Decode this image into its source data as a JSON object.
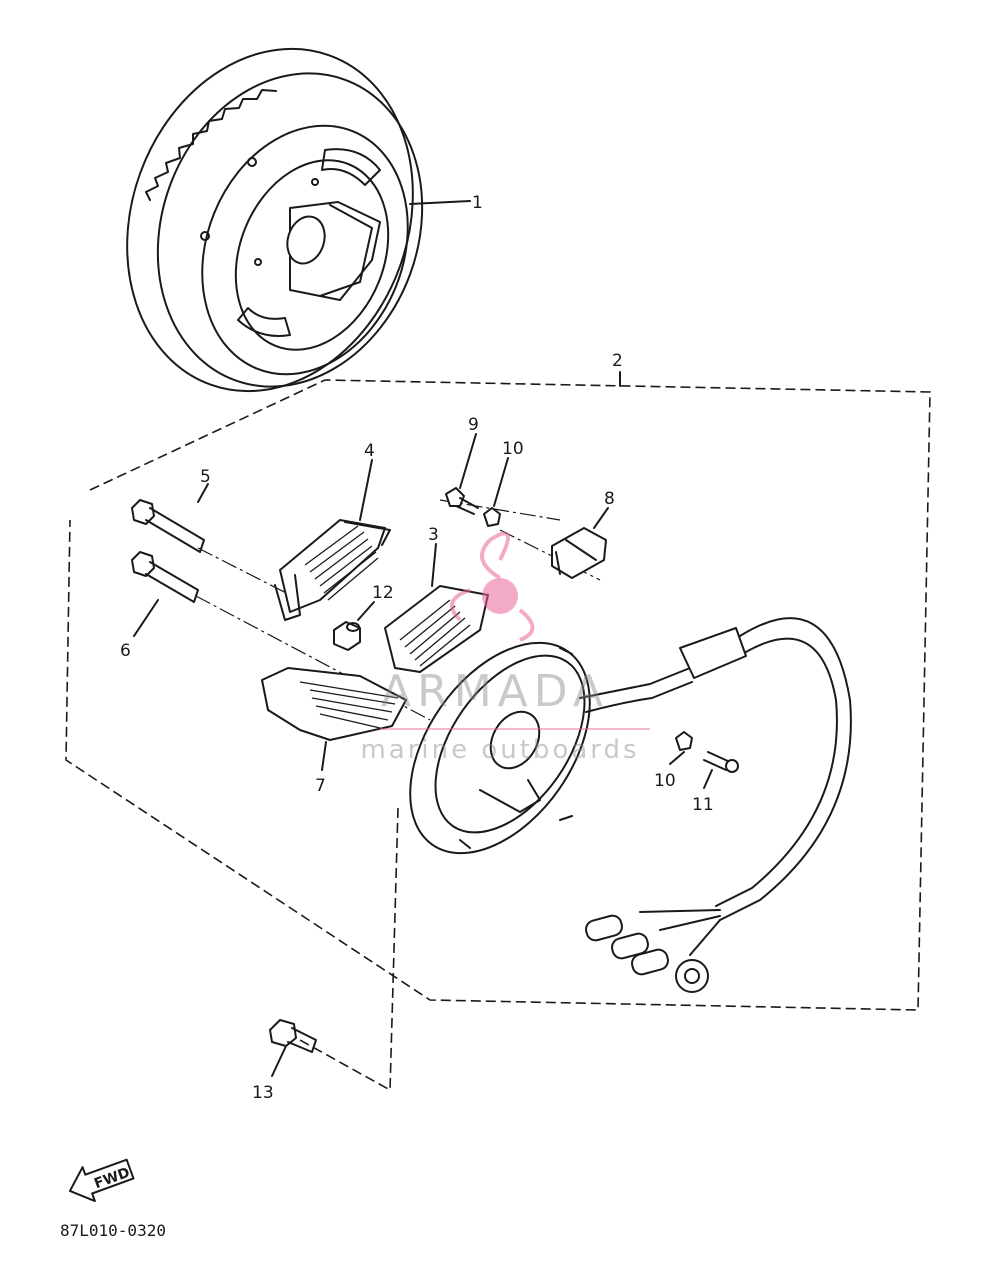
{
  "diagram": {
    "drawing_code": "87L010-0320",
    "fwd_label": "FWD",
    "watermark": {
      "brand": "ARMADA",
      "tagline": "marine outboards",
      "accent_color": "#e8659a"
    },
    "callouts": [
      "1",
      "2",
      "3",
      "4",
      "5",
      "6",
      "7",
      "8",
      "9",
      "10",
      "10",
      "11",
      "12",
      "13"
    ],
    "line_color": "#1a1a1a",
    "background": "#ffffff"
  }
}
